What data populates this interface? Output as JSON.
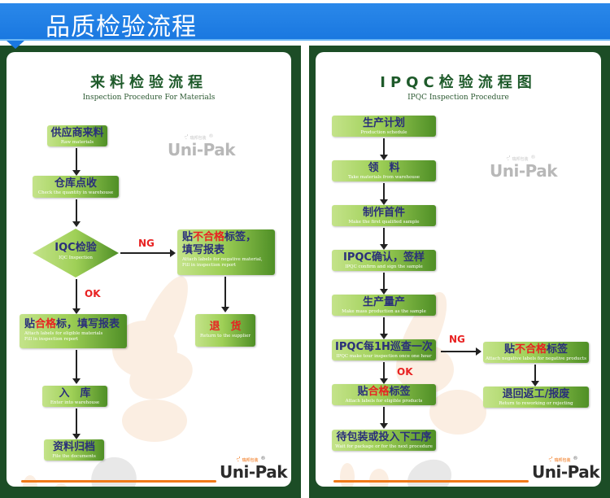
{
  "header": {
    "title": "品质检验流程"
  },
  "colors": {
    "banner": "#1a78e0",
    "panel_frame": "#1c4d26",
    "box_green": "#9fd057",
    "alert_red": "#e82222",
    "logo_orange": "#f07a1a"
  },
  "left_panel": {
    "title_cn": "来料检验流程",
    "title_en": "Inspection Procedure For Materials",
    "steps": [
      {
        "cn": "供应商来料",
        "en": "Raw materials"
      },
      {
        "cn": "仓库点收",
        "en": "Check the quantity in warehouse"
      },
      {
        "cn": "IQC检验",
        "en": "IQC Inspection"
      },
      {
        "cn_pre": "贴",
        "cn_red": "合格",
        "cn_post": "标，填写报表",
        "en1": "Attach labels for eligible materials",
        "en2": "Fill in inspection report"
      },
      {
        "cn": "入　库",
        "en": "Enter into warehouse"
      },
      {
        "cn": "资料归档",
        "en": "File the documents"
      }
    ],
    "ng_branch": [
      {
        "cn_pre": "贴",
        "cn_red": "不合格",
        "cn_post": "标签，",
        "cn_line2": "填写报表",
        "en1": "Attach labels for negative material,",
        "en2": "Fill in inspection report"
      },
      {
        "cn": "退　货",
        "en": "Return to the supplier"
      }
    ],
    "ng_label": "NG",
    "ok_label": "OK"
  },
  "right_panel": {
    "title_cn": "IPQC检验流程图",
    "title_en": "IPQC Inspection Procedure",
    "steps": [
      {
        "cn": "生产计划",
        "en": "Production schedule"
      },
      {
        "cn": "领　料",
        "en": "Take materials from warehouse"
      },
      {
        "cn": "制作首件",
        "en": "Make the first qualified sample"
      },
      {
        "cn": "IPQC确认，签样",
        "en": "IPQC confirm and sign the sample"
      },
      {
        "cn": "生产量产",
        "en": "Make mass production as the sample"
      },
      {
        "cn": "IPQC每1H巡查一次",
        "en": "IPQC make tour inspection once one hour"
      },
      {
        "cn_pre": "贴",
        "cn_red": "合格",
        "cn_post": "标签",
        "en": "Attach labels for eligible products"
      },
      {
        "cn": "待包装或投入下工序",
        "en": "Wait for package or for the next procedure"
      }
    ],
    "ng_branch": [
      {
        "cn_pre": "贴",
        "cn_red": "不合格",
        "cn_post": "标签",
        "en": "Attach negative labels for negative products"
      },
      {
        "cn": "退回返工/报废",
        "en": "Return to reworking or rejecting"
      }
    ],
    "ng_label": "NG",
    "ok_label": "OK"
  },
  "logo": {
    "word": "Uni-Pak",
    "small_cn": "瑞邦包装",
    "reg": "®",
    "dots": "·:'"
  }
}
